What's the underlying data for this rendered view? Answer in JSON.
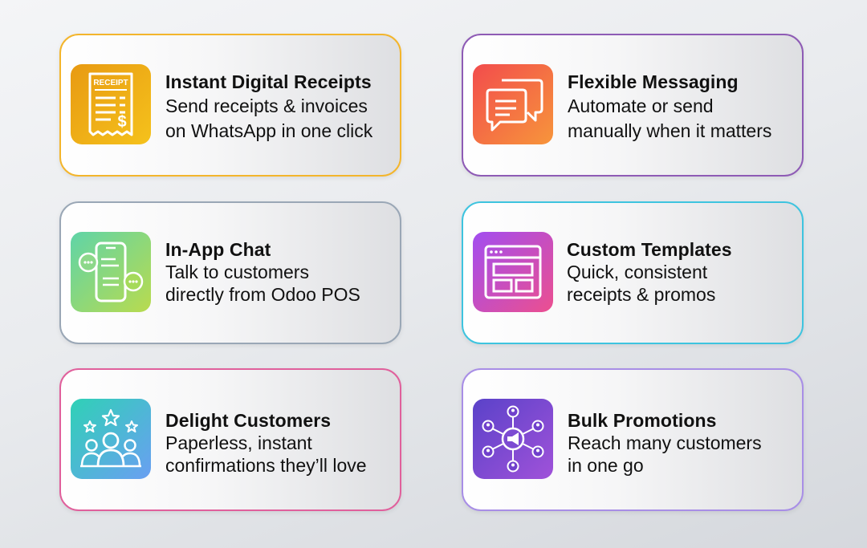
{
  "cards": [
    {
      "title": "Instant Digital Receipts",
      "line1": "Send receipts & invoices",
      "line2": "on WhatsApp in one click",
      "icon": "receipt-icon",
      "receipt_label": "RECEIPT"
    },
    {
      "title": "Flexible Messaging",
      "line1": "Automate or send",
      "line2": "manually when it matters",
      "icon": "chat-bubbles-icon"
    },
    {
      "title": "In-App Chat",
      "line1": "Talk to customers",
      "line2": "directly from Odoo POS",
      "icon": "phone-chat-icon"
    },
    {
      "title": "Custom Templates",
      "line1": "Quick, consistent",
      "line2": "receipts & promos",
      "icon": "template-layout-icon"
    },
    {
      "title": "Delight Customers",
      "line1": "Paperless, instant",
      "line2": "confirmations they’ll love",
      "icon": "happy-customers-icon"
    },
    {
      "title": "Bulk Promotions",
      "line1": "Reach many customers",
      "line2": "in one go",
      "icon": "megaphone-network-icon"
    }
  ],
  "colors": {
    "card1_border": "#f3b52c",
    "card2_border": "#8e5bb5",
    "card3_border": "#9aa7b6",
    "card4_border": "#3ec4df",
    "card5_border": "#e0609c",
    "card6_border": "#a88ee6"
  }
}
